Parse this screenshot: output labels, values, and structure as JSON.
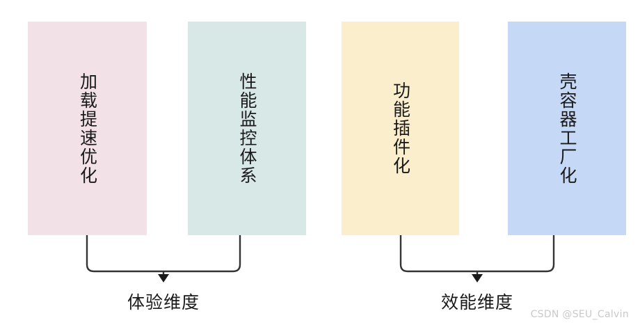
{
  "diagram": {
    "background_color": "#ffffff",
    "line_color": "#333333",
    "text_color": "#1a1a1a",
    "pillars": [
      {
        "label": "加载提速优化",
        "color": "#f2e1e7",
        "group": "体验维度"
      },
      {
        "label": "性能监控体系",
        "color": "#d8e8e7",
        "group": "体验维度"
      },
      {
        "label": "功能插件化",
        "color": "#faeecd",
        "group": "效能维度"
      },
      {
        "label": "壳容器工厂化",
        "color": "#c5d8f5",
        "group": "效能维度"
      }
    ],
    "groups": [
      {
        "label": "体验维度",
        "members": [
          "加载提速优化",
          "性能监控体系"
        ]
      },
      {
        "label": "效能维度",
        "members": [
          "功能插件化",
          "壳容器工厂化"
        ]
      }
    ],
    "connectors": [
      {
        "name": "bracket-arrow",
        "target": "体验维度"
      },
      {
        "name": "bracket-arrow",
        "target": "效能维度"
      }
    ]
  },
  "watermark": {
    "text": "CSDN @SEU_Calvin",
    "color": "#c9c9c9"
  }
}
